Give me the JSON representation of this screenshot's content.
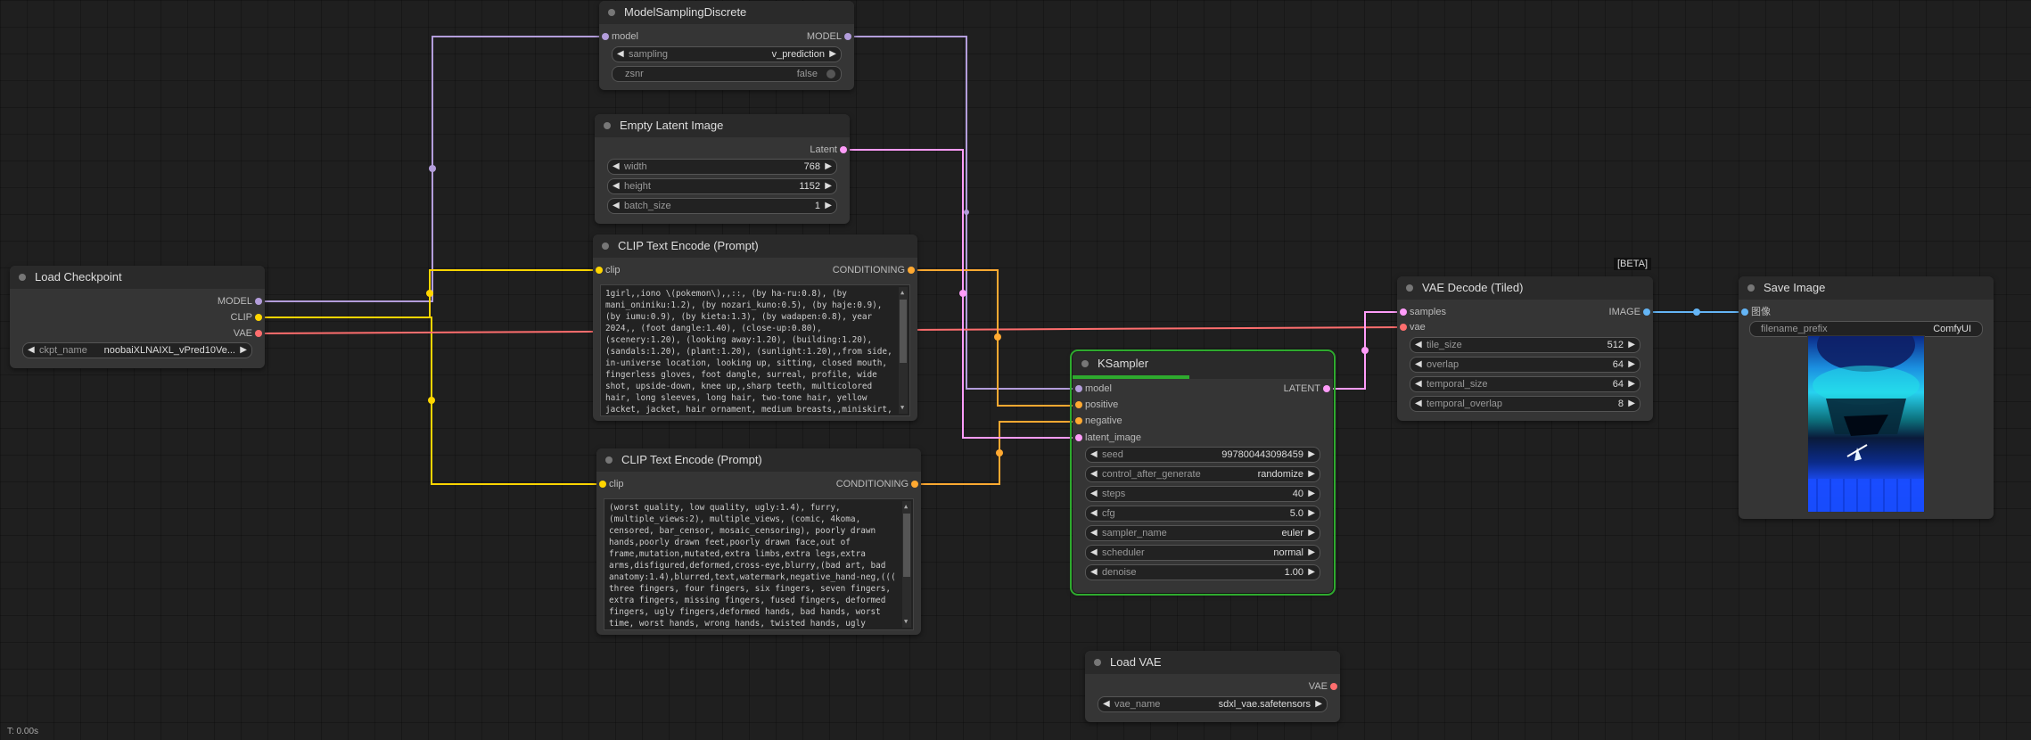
{
  "colors": {
    "model": "#b39ddb",
    "clip": "#ffd500",
    "vae": "#ff6e6e",
    "conditioning": "#ffa931",
    "latent": "#ff9cf9",
    "image": "#64b5f6",
    "selected": "#2eaa2e"
  },
  "model_sampling": {
    "title": "ModelSamplingDiscrete",
    "in_model": "model",
    "out_model": "MODEL",
    "sampling_label": "sampling",
    "sampling_value": "v_prediction",
    "zsnr_label": "zsnr",
    "zsnr_value": "false"
  },
  "empty_latent": {
    "title": "Empty Latent Image",
    "out_latent": "Latent",
    "width_label": "width",
    "width_value": "768",
    "height_label": "height",
    "height_value": "1152",
    "batch_label": "batch_size",
    "batch_value": "1"
  },
  "clip_pos": {
    "title": "CLIP Text Encode (Prompt)",
    "in_clip": "clip",
    "out_cond": "CONDITIONING",
    "text": "1girl,,iono \\(pokemon\\),,::, (by ha-ru:0.8), (by mani_oniniku:1.2), (by nozari_kuno:0.5), (by haje:0.9), (by iumu:0.9), (by kieta:1.3), (by wadapen:0.8), year 2024,, (foot dangle:1.40), (close-up:0.80), (scenery:1.20), (looking away:1.20), (building:1.20), (sandals:1.20), (plant:1.20), (sunlight:1.20),,from side, in-universe location, looking up, sitting, closed mouth, fingerless gloves, foot dangle, surreal, profile, wide shot, upside-down, knee up,,sharp teeth, multicolored hair, long sleeves, long hair, two-tone hair, yellow jacket, jacket, hair ornament, medium breasts,,miniskirt, yellow skirt, open"
  },
  "clip_neg": {
    "title": "CLIP Text Encode (Prompt)",
    "in_clip": "clip",
    "out_cond": "CONDITIONING",
    "text": "(worst quality, low quality, ugly:1.4), furry, (multiple_views:2), multiple_views, (comic, 4koma, censored, bar_censor, mosaic_censoring), poorly drawn hands,poorly drawn feet,poorly drawn face,out of frame,mutation,mutated,extra limbs,extra legs,extra arms,disfigured,deformed,cross-eye,blurry,(bad art, bad anatomy:1.4),blurred,text,watermark,negative_hand-neg,((( three fingers, four fingers, six fingers, seven fingers, extra fingers, missing fingers, fused fingers, deformed fingers, ugly fingers,deformed hands, bad hands, worst time, worst hands, wrong hands, twisted hands, ugly hands,deformed"
  },
  "load_checkpoint": {
    "title": "Load Checkpoint",
    "out_model": "MODEL",
    "out_clip": "CLIP",
    "out_vae": "VAE",
    "ckpt_label": "ckpt_name",
    "ckpt_value": "noobaiXLNAIXL_vPred10Ve..."
  },
  "ksampler": {
    "title": "KSampler",
    "in_model": "model",
    "in_positive": "positive",
    "in_negative": "negative",
    "in_latent": "latent_image",
    "out_latent": "LATENT",
    "progress": 0.45,
    "widgets": [
      {
        "label": "seed",
        "value": "997800443098459"
      },
      {
        "label": "control_after_generate",
        "value": "randomize"
      },
      {
        "label": "steps",
        "value": "40"
      },
      {
        "label": "cfg",
        "value": "5.0"
      },
      {
        "label": "sampler_name",
        "value": "euler"
      },
      {
        "label": "scheduler",
        "value": "normal"
      },
      {
        "label": "denoise",
        "value": "1.00"
      }
    ]
  },
  "vae_decode": {
    "title": "VAE Decode (Tiled)",
    "badge": "[BETA]",
    "in_samples": "samples",
    "in_vae": "vae",
    "out_image": "IMAGE",
    "widgets": [
      {
        "label": "tile_size",
        "value": "512"
      },
      {
        "label": "overlap",
        "value": "64"
      },
      {
        "label": "temporal_size",
        "value": "64"
      },
      {
        "label": "temporal_overlap",
        "value": "8"
      }
    ]
  },
  "save_image": {
    "title": "Save Image",
    "in_images": "图像",
    "prefix_label": "filename_prefix",
    "prefix_value": "ComfyUI"
  },
  "load_vae": {
    "title": "Load VAE",
    "out_vae": "VAE",
    "vae_label": "vae_name",
    "vae_value": "sdxl_vae.safetensors"
  },
  "status": "T: 0.00s"
}
